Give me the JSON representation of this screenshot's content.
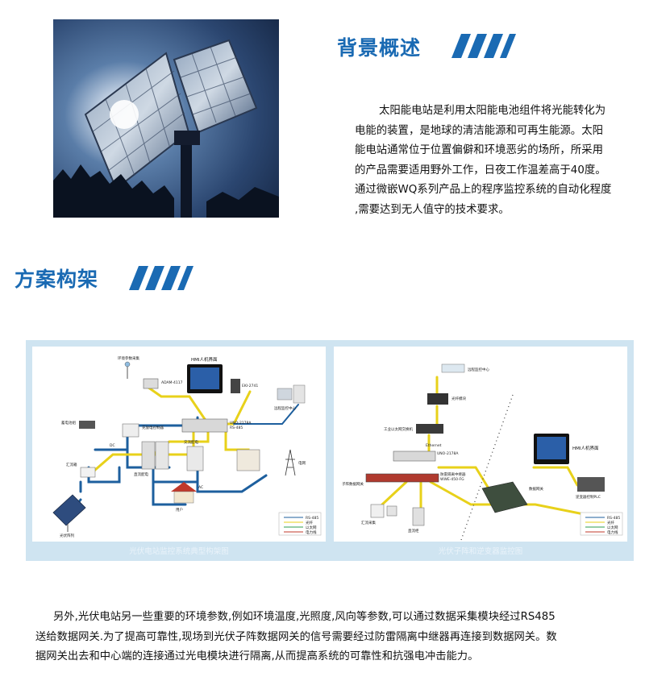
{
  "background": {
    "title": "背景概述",
    "lines": [
      "太阳能电站是利用太阳能电池组件将光能转化为",
      "电能的装置，是地球的清洁能源和可再生能源。太阳",
      "能电站通常位于位置偏僻和环境恶劣的场所，所采用",
      "的产品需要适用野外工作，日夜工作温差高于40度。",
      "通过微嵌WQ系列产品上的程序监控系统的自动化程度",
      ",需要达到无人值守的技术要求。"
    ]
  },
  "architecture": {
    "title": "方案构架",
    "left_caption": "光伏电站监控系统典型构架图",
    "right_caption": "光伏子阵和逆变器监控图",
    "left_labels": {
      "hmi": "HMI人机界面",
      "adam": "ADAM-4117",
      "ekk": "EKI-2741",
      "uno": "UNO-2178A",
      "rs485": "RS-485",
      "meteo": "环境参数采集",
      "monitor_center": "远程监控中心",
      "storage": "蓄电池组",
      "controller": "充放电控制器",
      "combiner": "汇流箱",
      "inverter": "直流配电",
      "ac": "交流配电",
      "grid": "电网",
      "ac_label": "AC",
      "dc_label": "DC",
      "load": "用户",
      "pv": "光伏阵列"
    },
    "right_labels": {
      "center": "远程监控中心",
      "fiber": "光纤模块",
      "switch": "工业以太网交换机",
      "ethernet": "Ethernet",
      "uno": "UNO-2178A",
      "repeater": "防雷隔离中继器",
      "wwe": "WWE-450-FG",
      "hmi": "HMI人机界面",
      "plc": "逆变器控制PLC",
      "gateway": "数据网关",
      "sub_gateway": "子阵数据网关",
      "meter": "汇流采集",
      "dc_cabinet": "直流柜"
    },
    "legend": [
      "RS-485",
      "光纤",
      "以太网",
      "电力线"
    ]
  },
  "bottom": {
    "lines": [
      "另外,光伏电站另一些重要的环境参数,例如环境温度,光照度,风向等参数,可以通过数据采集模块经过RS485",
      "送给数据网关.为了提高可靠性,现场到光伏子阵数据网关的信号需要经过防雷隔离中继器再连接到数据网关。数",
      "据网关出去和中心端的连接通过光电模块进行隔离,从而提高系统的可靠性和抗强电冲击能力。"
    ]
  },
  "colors": {
    "title_blue": "#1a6ab3",
    "panel_bg": "#cfe4f1",
    "yellow_line": "#e8d11a",
    "blue_line": "#1d5f9e"
  }
}
